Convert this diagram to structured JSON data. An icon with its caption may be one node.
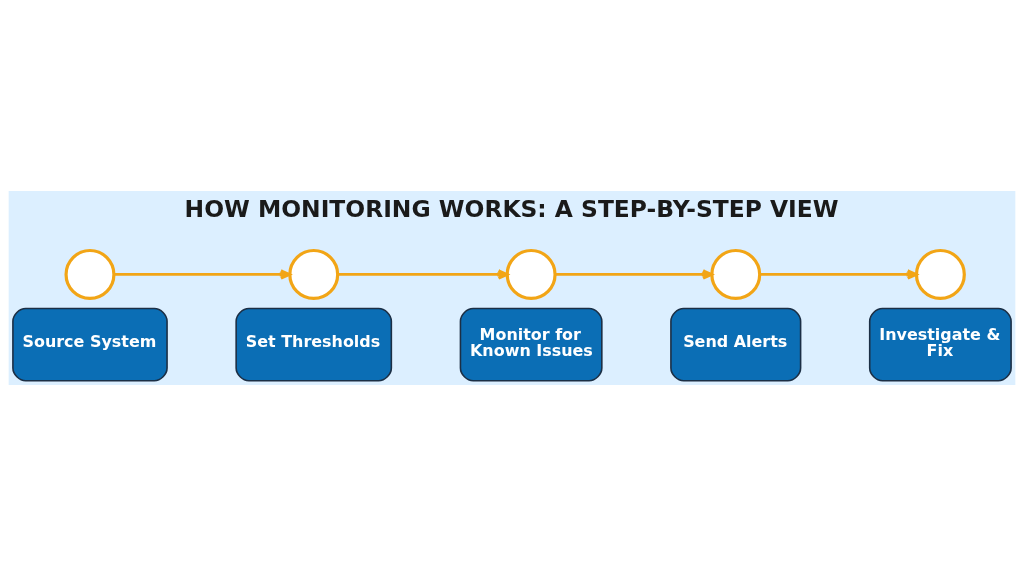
{
  "diagram": {
    "title": "HOW MONITORING WORKS: A STEP-BY-STEP VIEW",
    "nodes": [
      {
        "text": [],
        "shape": "circle"
      },
      {
        "text": [
          "Source System"
        ]
      },
      {
        "text": [],
        "shape": "circle"
      },
      {
        "text": [
          "Set Thresholds"
        ]
      },
      {
        "text": [],
        "shape": "circle"
      },
      {
        "text": [
          "Monitor for Known Issues"
        ]
      },
      {
        "text": [],
        "shape": "circle"
      },
      {
        "text": [
          "Send Alerts"
        ]
      },
      {
        "text": [],
        "shape": "circle"
      },
      {
        "text": [
          "Investigate & Fix"
        ]
      }
    ],
    "edges": [
      {
        "from": 0,
        "to": 2,
        "arrow": "to"
      },
      {
        "from": 2,
        "to": 4,
        "arrow": "to"
      },
      {
        "from": 4,
        "to": 6,
        "arrow": "to"
      },
      {
        "from": 6,
        "to": 8,
        "arrow": "to"
      }
    ]
  }
}
